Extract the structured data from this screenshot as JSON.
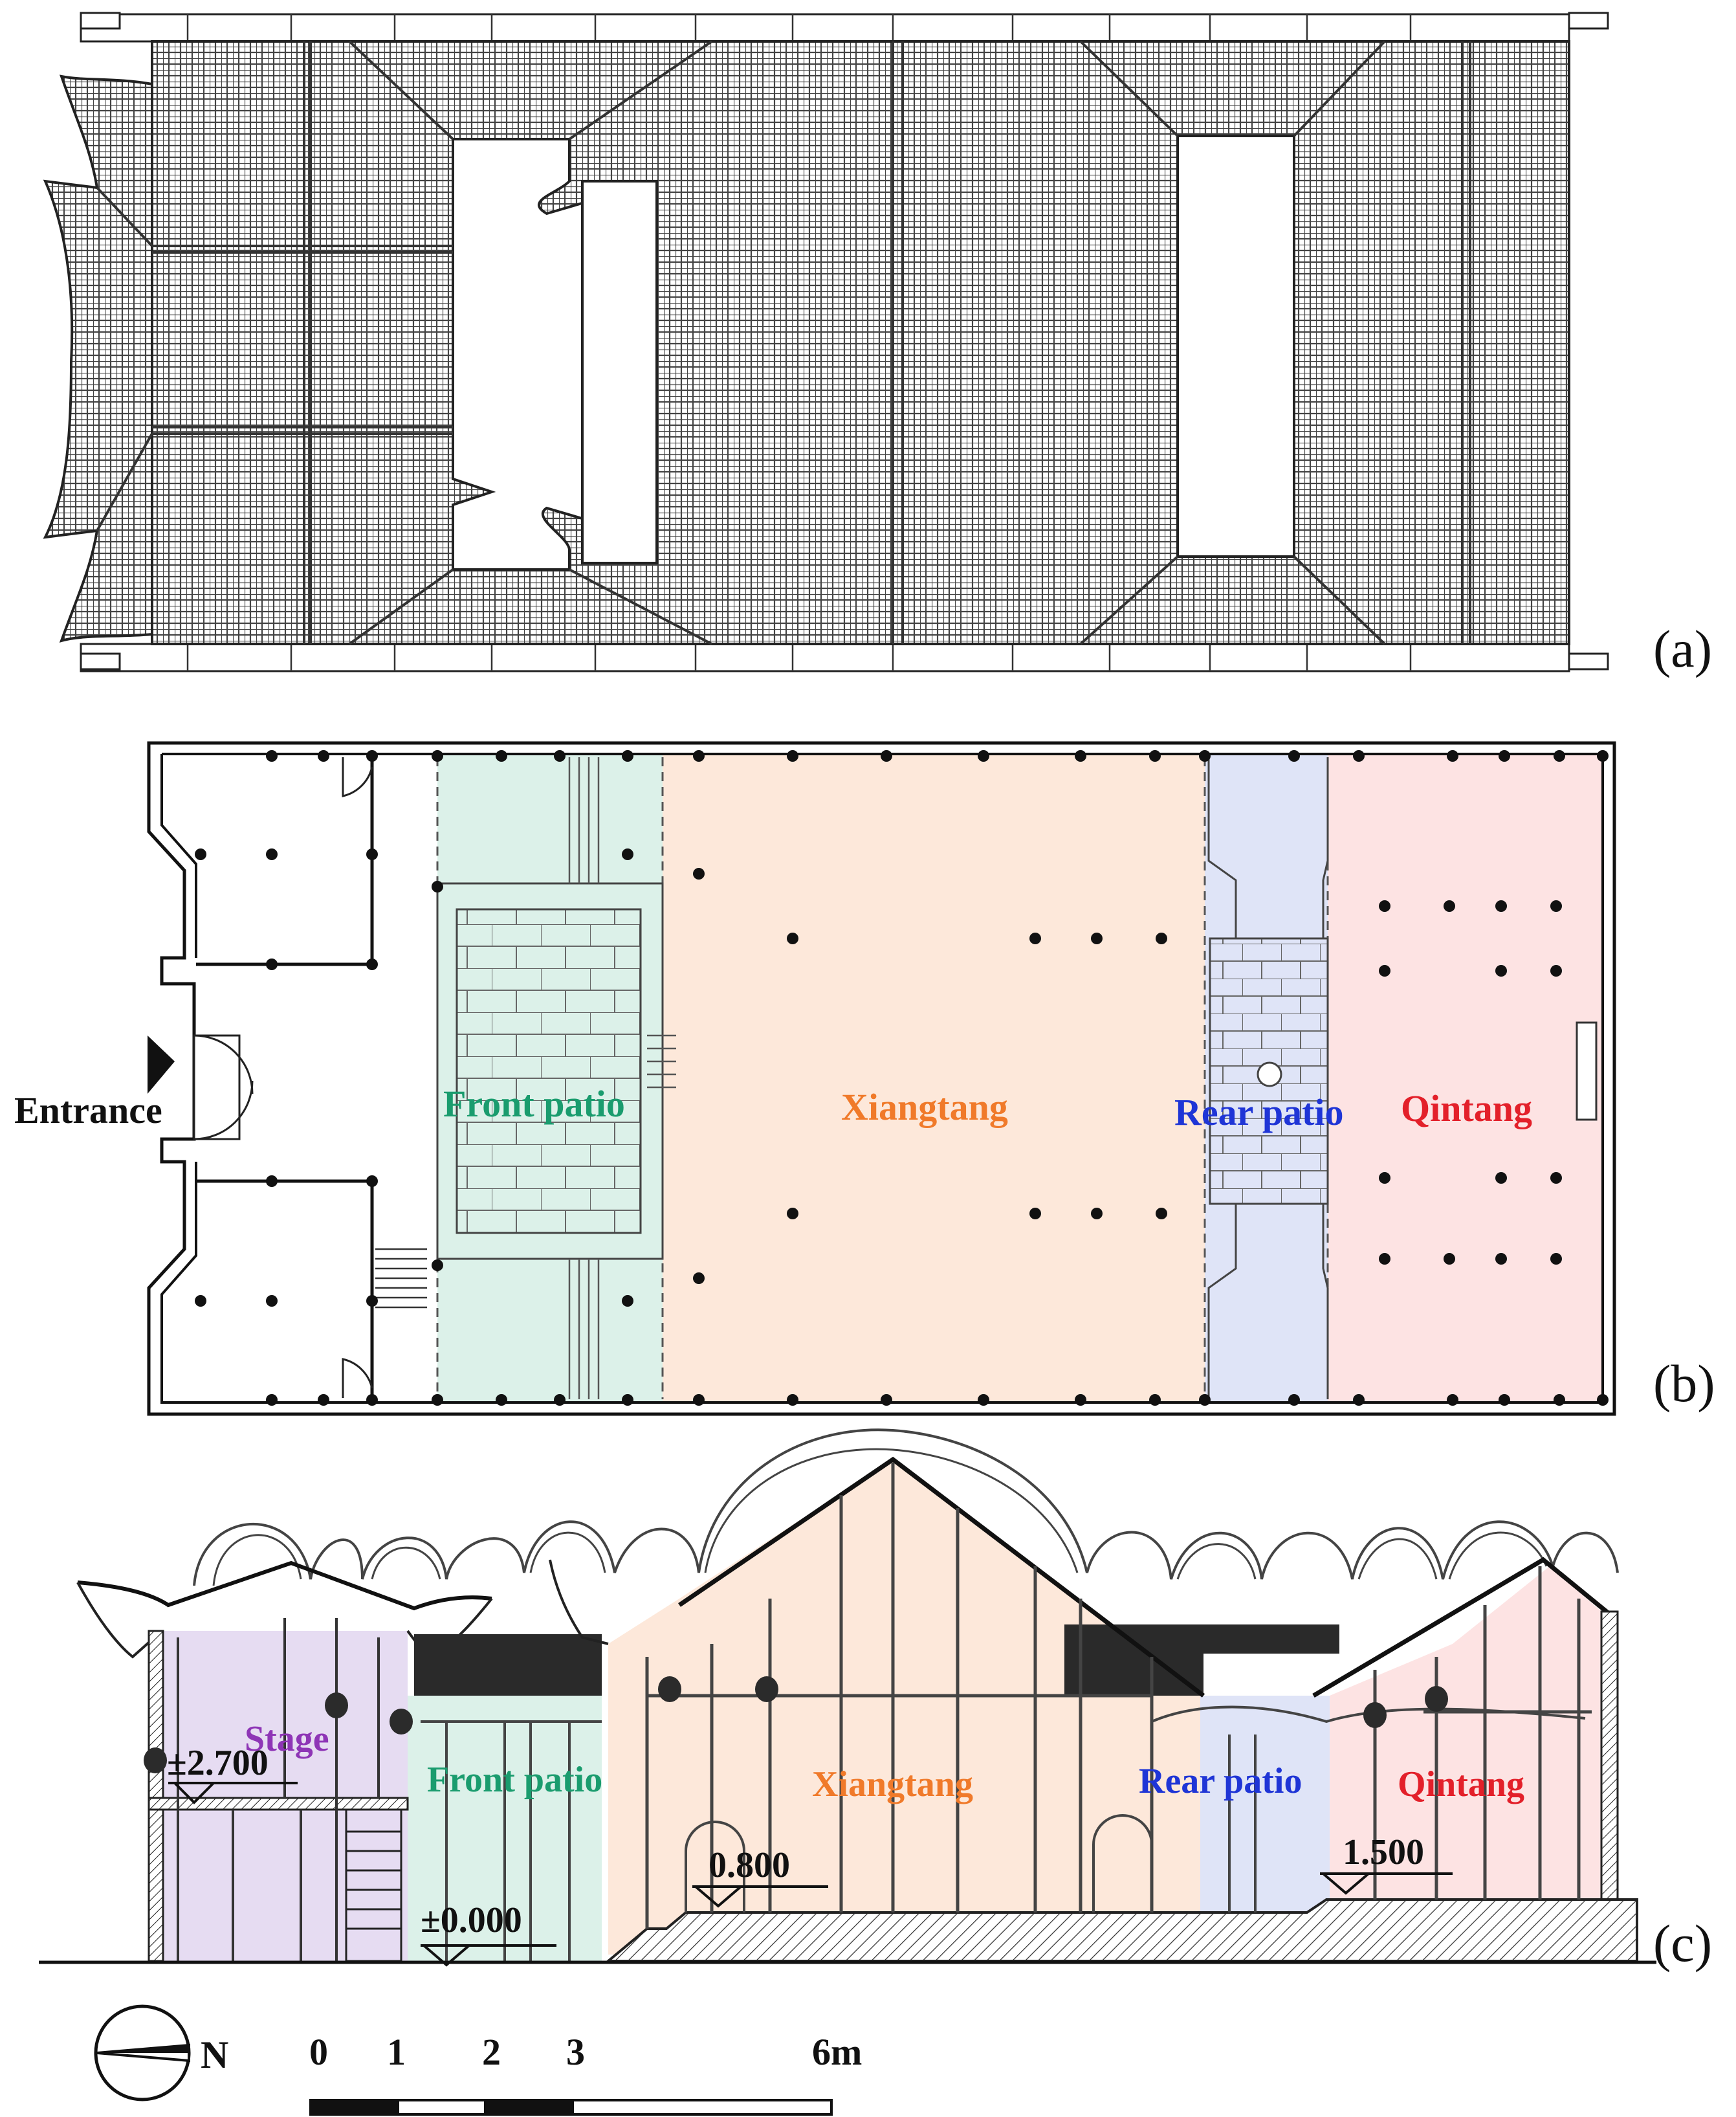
{
  "panels": {
    "a": "(a)",
    "b": "(b)",
    "c": "(c)"
  },
  "plan": {
    "entrance": "Entrance",
    "zones": {
      "front_patio": "Front patio",
      "xiangtang": "Xiangtang",
      "rear_patio": "Rear patio",
      "qintang": "Qintang"
    }
  },
  "section": {
    "zones": {
      "stage": "Stage",
      "front_patio": "Front patio",
      "xiangtang": "Xiangtang",
      "rear_patio": "Rear patio",
      "qintang": "Qintang"
    },
    "elevations": {
      "stage": "±2.700",
      "ground": "±0.000",
      "xiangtang": "0.800",
      "qintang": "1.500"
    }
  },
  "legend": {
    "north": "N",
    "scale_ticks": [
      "0",
      "1",
      "2",
      "3",
      "6m"
    ]
  },
  "colors": {
    "stage": "#e6dcf2",
    "front_patio": "#dcf1e9",
    "xiangtang": "#fde8da",
    "rear_patio": "#dfe4f7",
    "qintang": "#fde3e3",
    "stage_text": "#8e35b6",
    "front_patio_text": "#1a9c6e",
    "xiangtang_text": "#f07a2a",
    "rear_patio_text": "#1f35d6",
    "qintang_text": "#e3202a"
  }
}
